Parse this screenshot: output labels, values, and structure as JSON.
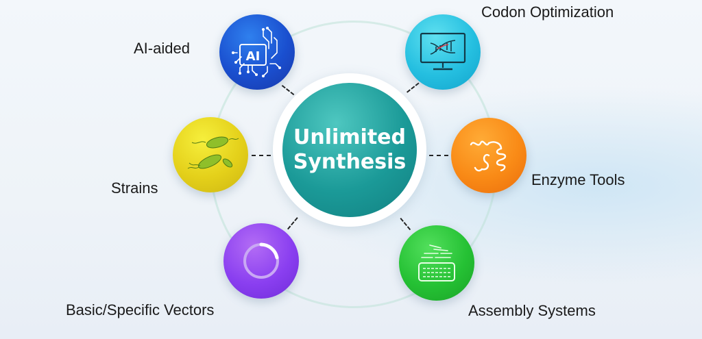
{
  "center": {
    "line1": "Unlimited",
    "line2": "Synthesis"
  },
  "nodes": {
    "ai": {
      "label": "AI-aided",
      "icon_text": "AI",
      "color": "#1a4fcf",
      "icon": "ai-chip-icon"
    },
    "codon": {
      "label": "Codon Optimization",
      "color": "#25bfe0",
      "icon": "monitor-dna-icon"
    },
    "strains": {
      "label": "Strains",
      "color": "#e4d01a",
      "icon": "bacteria-icon"
    },
    "enzyme": {
      "label": "Enzyme Tools",
      "color": "#f98a16",
      "icon": "protein-helix-icon"
    },
    "vectors": {
      "label": "Basic/Specific Vectors",
      "color": "#8a3ff0",
      "icon": "plasmid-ring-icon"
    },
    "assembly": {
      "label": "Assembly Systems",
      "color": "#25c134",
      "icon": "dna-fragments-icon"
    }
  },
  "colors": {
    "center": "#1b9a98",
    "connector": "#222222",
    "ring": "#bee1d7"
  }
}
